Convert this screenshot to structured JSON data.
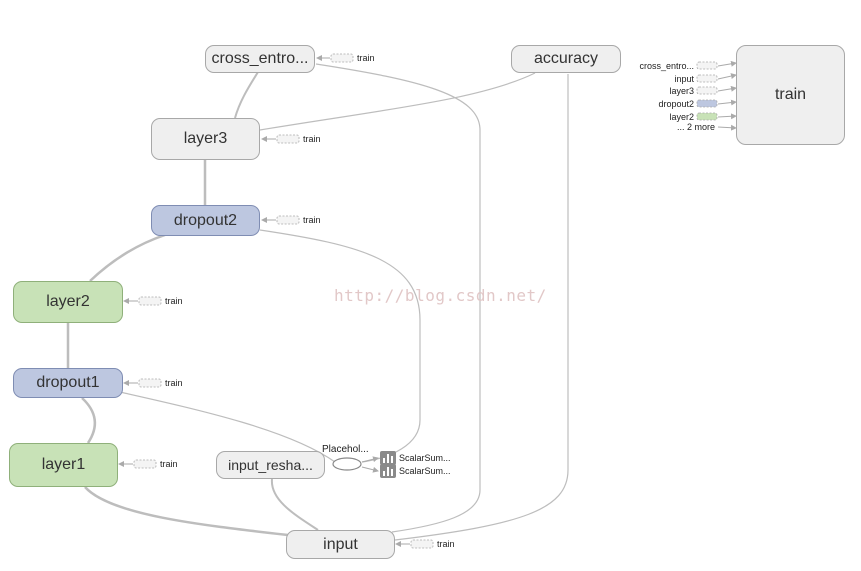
{
  "nodes": {
    "cross_entropy": "cross_entro...",
    "accuracy": "accuracy",
    "train": "train",
    "layer3": "layer3",
    "dropout2": "dropout2",
    "layer2": "layer2",
    "dropout1": "dropout1",
    "layer1": "layer1",
    "input_reshape": "input_resha...",
    "input": "input",
    "placeholder": "Placehol..."
  },
  "train_chip_label": "train",
  "summaries": [
    "ScalarSum...",
    "ScalarSum..."
  ],
  "train_inputs": [
    "cross_entro...",
    "input",
    "layer3",
    "dropout2",
    "layer2",
    "... 2 more"
  ],
  "watermark": "http://blog.csdn.net/",
  "colors": {
    "layer": "#c8e2b7",
    "dropout": "#bdc7e0",
    "default": "#efefef"
  }
}
